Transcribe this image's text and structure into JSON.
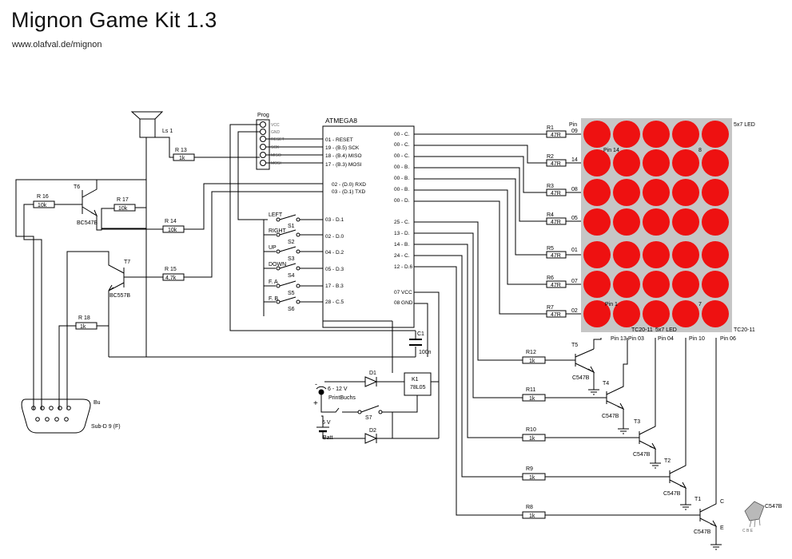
{
  "title": "Mignon Game Kit 1.3",
  "subtitle": "www.olafval.de/mignon",
  "chip": {
    "name": "ATMEGA8",
    "left_pins": [
      "01 - RESET",
      "19 - (B.5) SCK",
      "18 - (B.4) MISO",
      "17 - (B.3) MOSI",
      "02 - (D.0) RXD",
      "03 - (D.1) TXD",
      "03 - D.1",
      "02 - D.0",
      "04 - D.2",
      "05 - D.3",
      "17 - B.3",
      "28 - C.5"
    ],
    "right_pins": [
      "00 - C.",
      "00 - C.",
      "00 - C.",
      "00 - B.",
      "00 - B.",
      "00 - B.",
      "00 - D.",
      "25 - C.",
      "13 - D.",
      "14 - B.",
      "24 - C.",
      "12 - D.6",
      "07 VCC",
      "08 GND"
    ]
  },
  "prog": {
    "label": "Prog",
    "pins": [
      "VCC",
      "GND",
      "RESET",
      "SCK",
      "MISO",
      "MOSI"
    ]
  },
  "switches": [
    {
      "name": "S1",
      "label": "LEFT"
    },
    {
      "name": "S2",
      "label": "RIGHT"
    },
    {
      "name": "S3",
      "label": "UP"
    },
    {
      "name": "S4",
      "label": "DOWN"
    },
    {
      "name": "S5",
      "label": "F. A"
    },
    {
      "name": "S6",
      "label": "F. B"
    }
  ],
  "matrix": {
    "title": "5x7 LED",
    "bottom_label": "5x7 LED",
    "pin_header": "Pin",
    "row_resistors": [
      {
        "name": "R1",
        "value": "47R",
        "pin": "09"
      },
      {
        "name": "R2",
        "value": "47R",
        "pin": "14"
      },
      {
        "name": "R3",
        "value": "47R",
        "pin": "08"
      },
      {
        "name": "R4",
        "value": "47R",
        "pin": "05"
      },
      {
        "name": "R5",
        "value": "47R",
        "pin": "01"
      },
      {
        "name": "R6",
        "value": "47R",
        "pin": "07"
      },
      {
        "name": "R7",
        "value": "47R",
        "pin": "02"
      }
    ],
    "inner_labels": {
      "pin14": "Pin 14",
      "eight": "8",
      "pin1": "Pin 1",
      "seven": "7"
    },
    "part_left": "TC20-11",
    "part_right": "TC20-11",
    "column_pins": [
      "Pin 13",
      "Pin 03",
      "Pin 04",
      "Pin 10",
      "Pin 06"
    ],
    "led_color": "#ee1111",
    "bg_color": "#c6c6c6"
  },
  "column_drivers": [
    {
      "r": "R12",
      "rv": "1k",
      "t": "T5",
      "tt": "C547B"
    },
    {
      "r": "R11",
      "rv": "1k",
      "t": "T4",
      "tt": "C547B"
    },
    {
      "r": "R10",
      "rv": "1k",
      "t": "T3",
      "tt": "C547B"
    },
    {
      "r": "R9",
      "rv": "1k",
      "t": "T2",
      "tt": "C547B"
    },
    {
      "r": "R8",
      "rv": "1k",
      "t": "T1",
      "tt": "C547B"
    }
  ],
  "speaker": {
    "name": "Ls 1"
  },
  "left_parts": {
    "r13": {
      "name": "R 13",
      "value": "1k"
    },
    "r14": {
      "name": "R 14",
      "value": "10k"
    },
    "r15": {
      "name": "R 15",
      "value": "4,7k"
    },
    "r16": {
      "name": "R 16",
      "value": "10k"
    },
    "r17": {
      "name": "R 17",
      "value": "10k"
    },
    "r18": {
      "name": "R 18",
      "value": "1k"
    },
    "t6": {
      "name": "T6",
      "type": "BC547B"
    },
    "t7": {
      "name": "T7",
      "type": "BC557B"
    }
  },
  "serial": {
    "name": "Bu",
    "type": "Sub-D 9 (F)"
  },
  "cap": {
    "name": "C1",
    "value": "100n"
  },
  "supply": {
    "v1": "6 - 12 V",
    "jack": "PrintBuchs",
    "v2": "6 V",
    "batt": "Batt",
    "d1": "D1",
    "d2": "D2",
    "reg": "K1",
    "reg_type": "78L05",
    "switch": "S7",
    "minus": "-",
    "plus": "+"
  },
  "transistor_legend": {
    "name": "C547B",
    "pins": "C B E",
    "c": "C",
    "e": "E"
  }
}
